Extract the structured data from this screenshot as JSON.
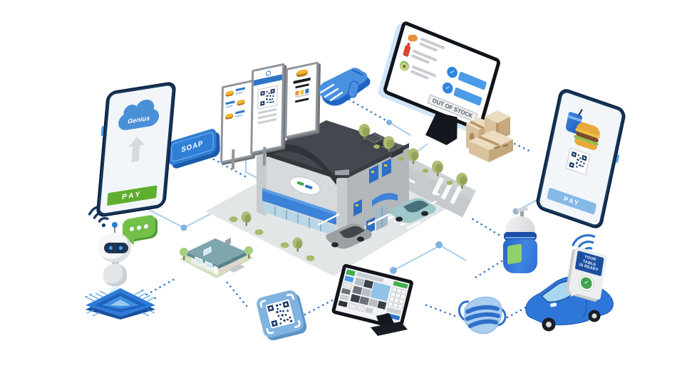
{
  "scene": {
    "name": "contactless retail ecosystem illustration"
  },
  "colors": {
    "line_solid": "#aacde8",
    "line_dotted": "#2e75c8",
    "navy": "#16365c",
    "pay_green": "#5fae2f",
    "accent_blue": "#2e75c8",
    "soap_blue": "#2f7fd6",
    "chat_green": "#72c04a"
  },
  "icons": {
    "check_glyph": "✓"
  },
  "el": {
    "phone_genius": {
      "cloud_label": "Genius",
      "pay_label": "PAY"
    },
    "soap": {
      "label": "SOAP"
    },
    "stock_monitor": {
      "badge": "OUT OF STOCK"
    },
    "phone_order": {
      "pay_label": "PAY"
    },
    "car_note": {
      "line1": "YOUR TABLE",
      "line2": "IS READY"
    }
  }
}
